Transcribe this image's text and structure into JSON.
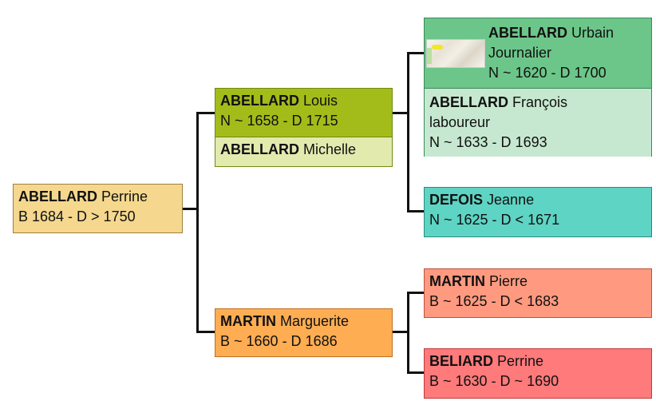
{
  "persons": {
    "root": {
      "surname": "ABELLARD",
      "given": "Perrine",
      "dates": "B 1684 - D > 1750",
      "color": "#f5d88e"
    },
    "father": {
      "surname": "ABELLARD",
      "given": "Louis",
      "dates": "N ~ 1658 - D 1715",
      "color": "#a4bc1a"
    },
    "father_alt": {
      "surname": "ABELLARD",
      "given": "Michelle",
      "color": "#e2eaae"
    },
    "mother": {
      "surname": "MARTIN",
      "given": "Marguerite",
      "dates": "B ~ 1660 - D 1686",
      "color": "#ffad52"
    },
    "pgf": {
      "surname": "ABELLARD",
      "given": "Urbain",
      "occupation": "Journalier",
      "dates": "N ~ 1620 - D 1700",
      "color": "#6cc68a"
    },
    "pgf_alt": {
      "surname": "ABELLARD",
      "given": "François",
      "occupation": "laboureur",
      "dates": "N ~ 1633 - D 1693",
      "color": "#c6e8d0"
    },
    "pgm": {
      "surname": "DEFOIS",
      "given": "Jeanne",
      "dates": "N ~ 1625 - D < 1671",
      "color": "#5ed4c4"
    },
    "mgf": {
      "surname": "MARTIN",
      "given": "Pierre",
      "dates": "B ~ 1625 - D < 1683",
      "color": "#ff9a80"
    },
    "mgm": {
      "surname": "BELIARD",
      "given": "Perrine",
      "dates": "B ~ 1630 - D ~ 1690",
      "color": "#ff7a7a"
    }
  }
}
